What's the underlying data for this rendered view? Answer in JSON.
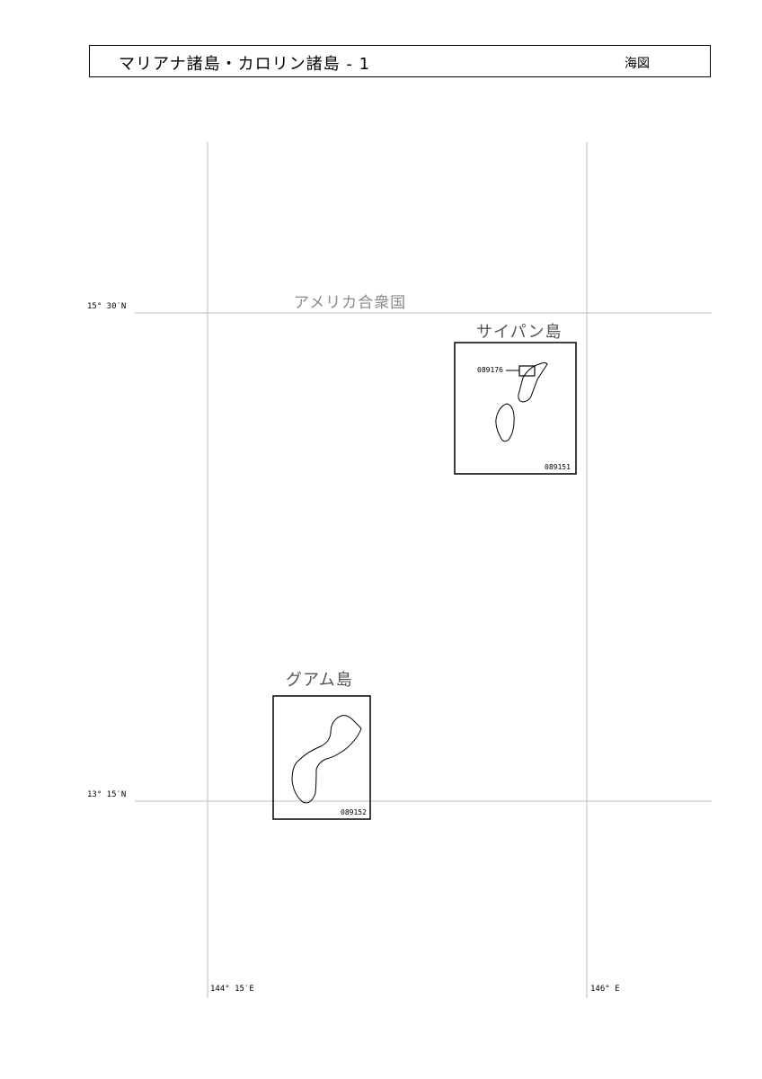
{
  "header": {
    "title": "マリアナ諸島・カロリン諸島 - 1",
    "kind": "海図"
  },
  "grid": {
    "lat_north": "15° 30′N",
    "lat_south": "13° 15′N",
    "lon_west": "144° 15′E",
    "lon_east": "146° E"
  },
  "country": "アメリカ合衆国",
  "islands": {
    "saipan": {
      "name": "サイパン島",
      "chart_no": "089151",
      "inset_chart_no": "089176"
    },
    "guam": {
      "name": "グアム島",
      "chart_no": "089152"
    }
  },
  "colors": {
    "grid_line": "#bdbdbd",
    "country_label": "#8a8a8a",
    "island_label": "#555555"
  }
}
